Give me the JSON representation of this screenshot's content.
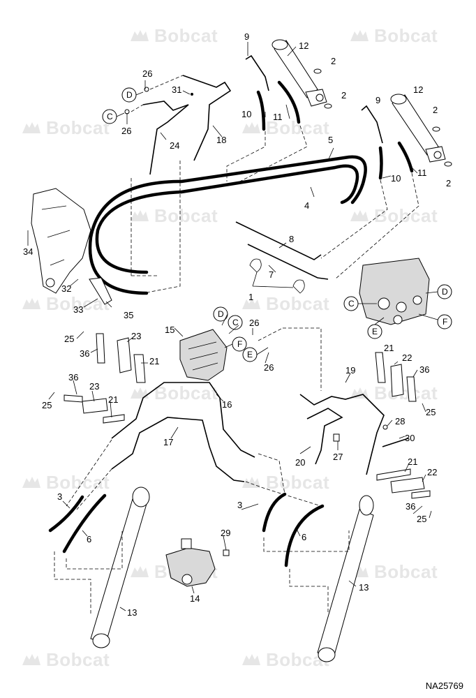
{
  "watermark": {
    "text": "Bobcat",
    "mark": "bobcat-logo"
  },
  "drawing_code": "NA25769",
  "callout_letters": [
    "C",
    "D",
    "E",
    "F"
  ],
  "part_numbers": [
    "1",
    "2",
    "3",
    "4",
    "5",
    "6",
    "7",
    "8",
    "9",
    "10",
    "11",
    "12",
    "13",
    "14",
    "15",
    "16",
    "17",
    "18",
    "19",
    "20",
    "21",
    "22",
    "23",
    "24",
    "25",
    "26",
    "27",
    "28",
    "29",
    "30",
    "31",
    "32",
    "33",
    "34",
    "35",
    "36"
  ],
  "labels": {
    "n1": "1",
    "n2": "2",
    "n3": "3",
    "n4": "4",
    "n5": "5",
    "n6": "6",
    "n7": "7",
    "n8": "8",
    "n9": "9",
    "n10": "10",
    "n11": "11",
    "n12": "12",
    "n13": "13",
    "n14": "14",
    "n15": "15",
    "n16": "16",
    "n17": "17",
    "n18": "18",
    "n19": "19",
    "n20": "20",
    "n21": "21",
    "n22": "22",
    "n23": "23",
    "n24": "24",
    "n25": "25",
    "n26": "26",
    "n27": "27",
    "n28": "28",
    "n29": "29",
    "n30": "30",
    "n31": "31",
    "n32": "32",
    "n33": "33",
    "n34": "34",
    "n35": "35",
    "n36": "36",
    "C": "C",
    "D": "D",
    "E": "E",
    "F": "F"
  },
  "colors": {
    "line": "#000000",
    "watermark": "#e6e6e6",
    "background": "#ffffff"
  }
}
